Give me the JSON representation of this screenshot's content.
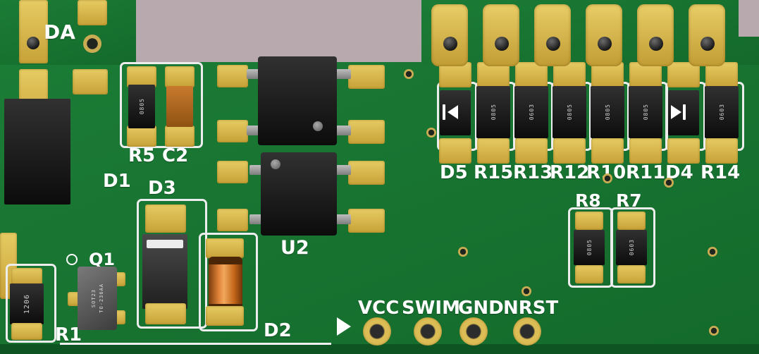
{
  "colors": {
    "background": "#b7a9ae",
    "board_green": "#177231",
    "board_edge": "#0d5422",
    "pad_gold": "#d9ba50",
    "silkscreen": "#ffffff",
    "component_body": "#1a1a1a",
    "capacitor_c2": "#b56a20",
    "diode_d2": "#d87524"
  },
  "labels": {
    "da": "DA",
    "r5": "R5",
    "c2": "C2",
    "d1": "D1",
    "d3": "D3",
    "q1": "Q1",
    "r1": "R1",
    "d2": "D2",
    "u2": "U2",
    "r8": "R8",
    "r7": "R7",
    "row": [
      "D5",
      "R15",
      "R13",
      "R12",
      "R10",
      "R11",
      "D4",
      "R14"
    ],
    "pins": [
      "VCC",
      "SWIM",
      "GND",
      "NRST"
    ]
  },
  "markings": {
    "r5": "0805",
    "r1": "1206",
    "q1_line1": "SOT23",
    "q1_line2": "TO-236AA",
    "row": [
      "",
      "0805",
      "0603",
      "0805",
      "0805",
      "0805",
      "",
      "0603"
    ],
    "r8": "0805",
    "r7": "0603"
  }
}
